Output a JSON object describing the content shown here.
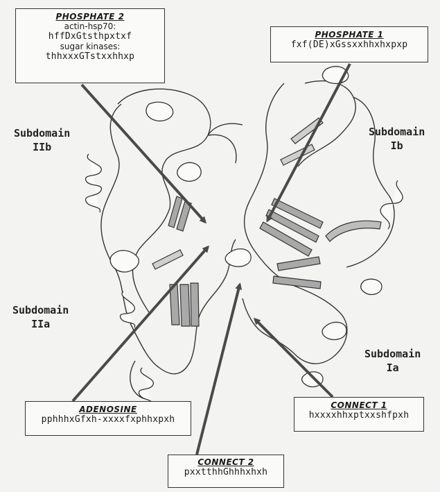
{
  "motif_boxes": {
    "phosphate2": {
      "title": "PHOSPHATE  2",
      "line1": "actin-hsp70:",
      "seq1": "hffDxGtsthpxtxf",
      "line2": "sugar kinases:",
      "seq2": "thhxxxGTstxxhhxp"
    },
    "phosphate1": {
      "title": "PHOSPHATE  1",
      "seq": "fxf(DE)xGssxxhhxhxpxp"
    },
    "adenosine": {
      "title": "ADENOSINE",
      "seq": "pphhhxGfxh-xxxxfxphhxpxh"
    },
    "connect1": {
      "title": "CONNECT  1",
      "seq": "hxxxxhhxptxxshfpxh"
    },
    "connect2": {
      "title": "CONNECT  2",
      "seq": "pxxtthhGhhhxhxh"
    }
  },
  "subdomains": {
    "IIb": {
      "word": "Subdomain",
      "id": "IIb"
    },
    "Ib": {
      "word": "Subdomain",
      "id": "Ib"
    },
    "IIa": {
      "word": "Subdomain",
      "id": "IIa"
    },
    "Ia": {
      "word": "Subdomain",
      "id": "Ia"
    }
  },
  "colors": {
    "arrow": "#4a4a4a",
    "strand_fill": "#a9a9a9",
    "outline": "#333333",
    "background": "#f3f3f1"
  }
}
